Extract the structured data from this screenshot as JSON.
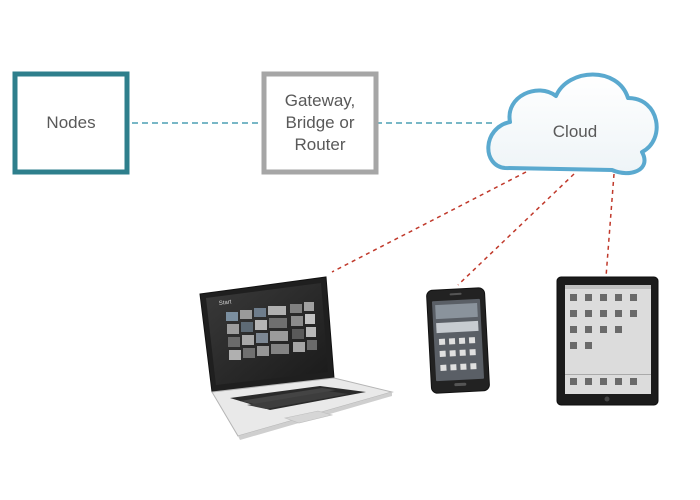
{
  "diagram": {
    "nodes_label": "Nodes",
    "gateway_label": "Gateway,\nBridge or\nRouter",
    "cloud_label": "Cloud"
  },
  "devices": {
    "laptop_screen_title": "Start"
  },
  "colors": {
    "nodes_border": "#2e7f8c",
    "gateway_border": "#a6a6a6",
    "cloud_stroke": "#5aa9cf",
    "teal_dash": "#4b9fb3",
    "red_dash": "#c0392b",
    "text": "#595959"
  }
}
